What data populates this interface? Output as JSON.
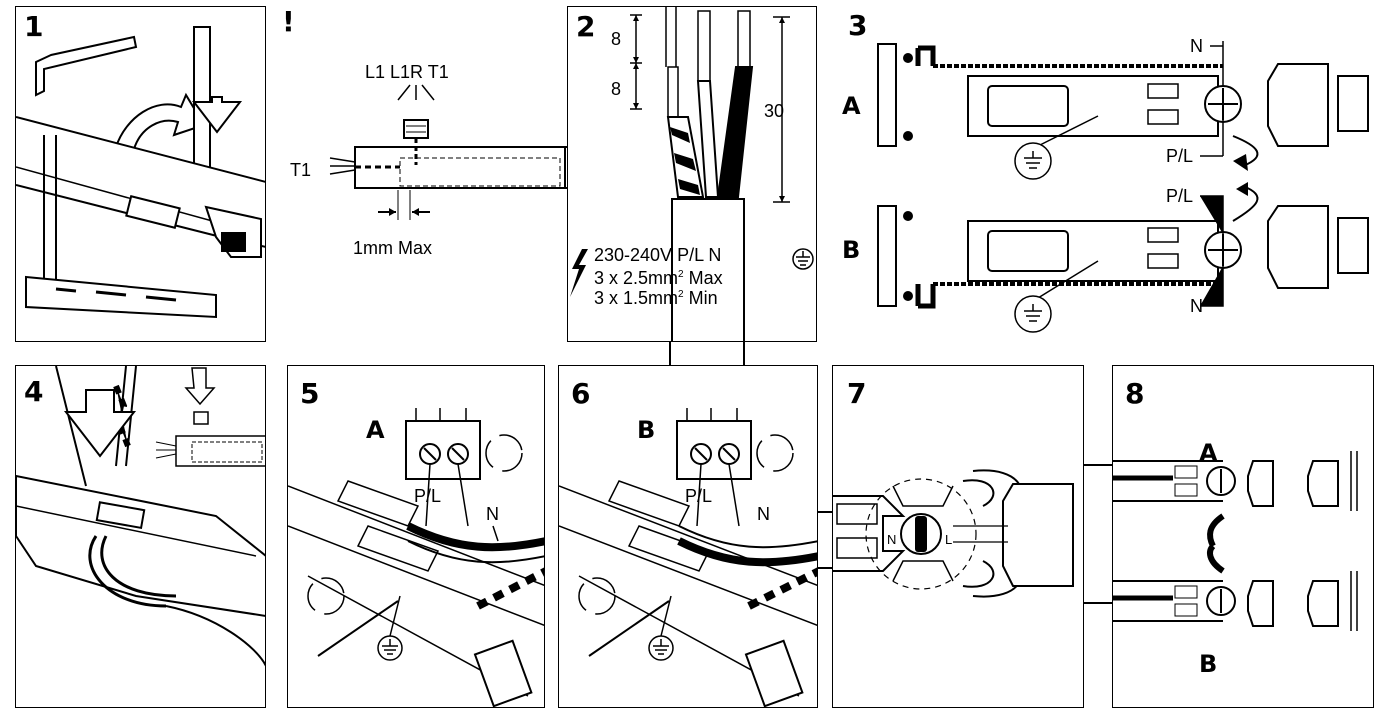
{
  "steps": {
    "s1": "1",
    "warn": "!",
    "s2": "2",
    "s3": "3",
    "s4": "4",
    "s5": "5",
    "s6": "6",
    "s7": "7",
    "s8": "8"
  },
  "wire_prep": {
    "terminals": "L1 L1R T1",
    "t1": "T1",
    "gap": "1mm Max"
  },
  "strip_dims": {
    "d1": "8",
    "d2": "8",
    "total": "30"
  },
  "electrical": {
    "voltage": "230-240V P/L N",
    "max_section": "3 x 2.5mm",
    "max_suffix": " Max",
    "min_section": "3 x 1.5mm",
    "min_suffix": " Min",
    "sup": "2"
  },
  "variant3": {
    "a": "A",
    "b": "B",
    "n_top": "N",
    "pl_top": "P/L",
    "pl_bot": "P/L",
    "n_bot": "N"
  },
  "step5": {
    "variant": "A",
    "pl": "P/L",
    "n": "N"
  },
  "step6": {
    "variant": "B",
    "pl": "P/L",
    "n": "N"
  },
  "step7": {
    "n": "N",
    "l": "L"
  },
  "step8": {
    "a": "A",
    "b": "B"
  }
}
